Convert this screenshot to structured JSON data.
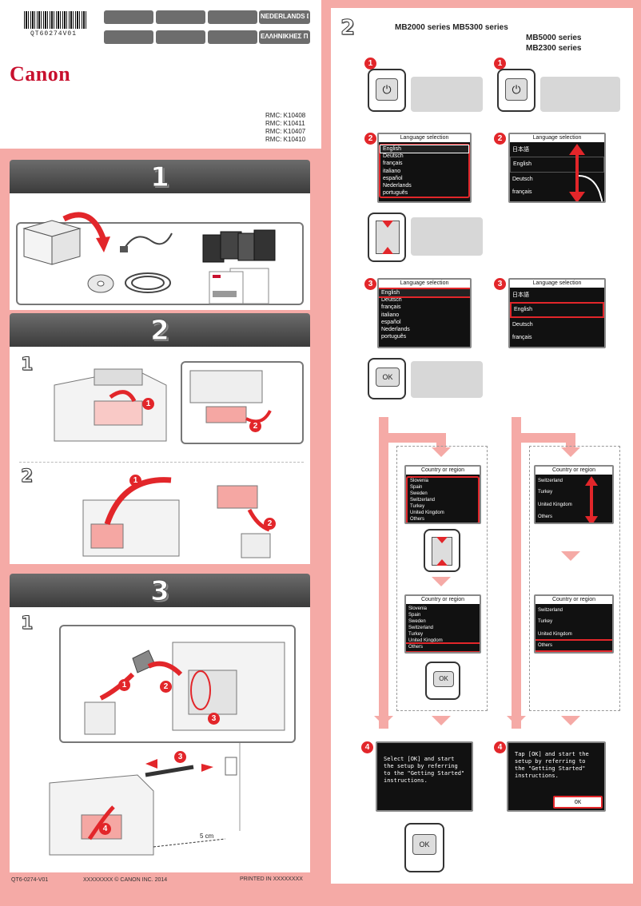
{
  "cover": {
    "barcode_text": "QT60274V01",
    "lang_row1": [
      "",
      "",
      "",
      "NEDERLANDS DEUTSCH"
    ],
    "lang_row2": [
      "",
      "",
      "",
      "ΕΛΛΗΝΙΚΗΕΣ ΠΑΝΟΛ"
    ],
    "brand": "Canon",
    "rmc": [
      "RMC: K10408",
      "RMC: K10411",
      "RMC: K10407",
      "RMC: K10410"
    ]
  },
  "sections": {
    "s1": "1",
    "s2": "2",
    "s3": "3",
    "steps": [
      "1",
      "2",
      "1"
    ],
    "badges": [
      "1",
      "2",
      "1",
      "2",
      "2",
      "1",
      "3",
      "3",
      "4"
    ],
    "distance": "5 cm"
  },
  "right": {
    "step_num": "2",
    "series_left": "MB2000 series MB5300 series",
    "series_right_1": "MB5000 series",
    "series_right_2": "MB2300 series",
    "step_badges": [
      "1",
      "1",
      "2",
      "2",
      "3",
      "3",
      "4",
      "4"
    ],
    "lang_title": "Language selection",
    "lang_left": [
      "English",
      "Deutsch",
      "français",
      "italiano",
      "español",
      "Nederlands",
      "português"
    ],
    "lang_right": [
      "日本語",
      "English",
      "Deutsch",
      "français"
    ],
    "ok_label": "OK",
    "country_title": "Country or region",
    "country_left": [
      "Slovenia",
      "Spain",
      "Sweden",
      "Switzerland",
      "Turkey",
      "United Kingdom",
      "Others"
    ],
    "country_right": [
      "Switzerland",
      "Turkey",
      "United Kingdom",
      "Others"
    ],
    "msg_left": "Select [OK] and start the setup by referring to the \"Getting Started\" instructions.",
    "msg_right": "Tap [OK] and start the setup by referring to the \"Getting Started\" instructions."
  },
  "footer": {
    "code": "QT6-0274-V01",
    "copyright": "XXXXXXXX © CANON INC. 2014",
    "printed": "PRINTED IN XXXXXXXX"
  }
}
